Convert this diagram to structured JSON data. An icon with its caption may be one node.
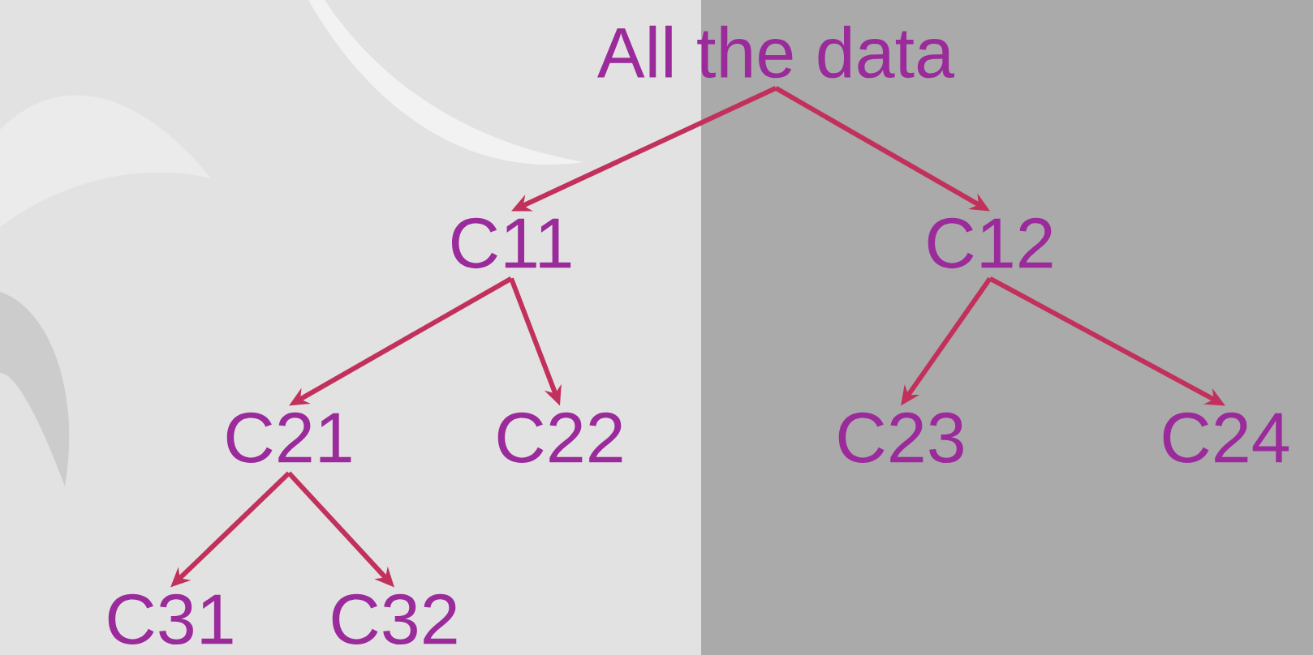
{
  "diagram": {
    "nodes": [
      {
        "text": [
          "All the data"
        ]
      },
      {
        "text": [
          "C11"
        ]
      },
      {
        "text": [
          "C12"
        ]
      },
      {
        "text": [
          "C21"
        ]
      },
      {
        "text": [
          "C22"
        ]
      },
      {
        "text": [
          "C23"
        ]
      },
      {
        "text": [
          "C24"
        ]
      },
      {
        "text": [
          "C31"
        ]
      },
      {
        "text": [
          "C32"
        ]
      }
    ],
    "edges": [
      {
        "from": 0,
        "to": 1,
        "arrow": "to"
      },
      {
        "from": 0,
        "to": 2,
        "arrow": "to"
      },
      {
        "from": 1,
        "to": 3,
        "arrow": "to"
      },
      {
        "from": 1,
        "to": 4,
        "arrow": "to"
      },
      {
        "from": 2,
        "to": 5,
        "arrow": "to"
      },
      {
        "from": 2,
        "to": 6,
        "arrow": "to"
      },
      {
        "from": 3,
        "to": 7,
        "arrow": "to"
      },
      {
        "from": 3,
        "to": 8,
        "arrow": "to"
      }
    ]
  }
}
